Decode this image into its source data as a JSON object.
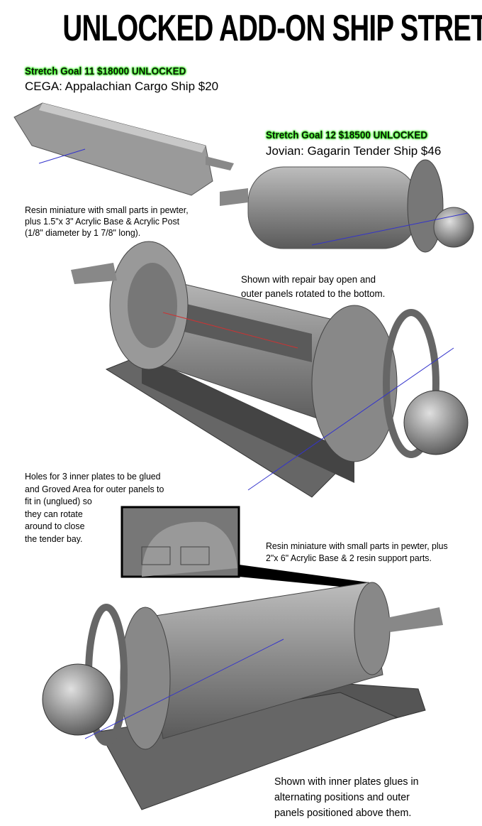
{
  "title": "UNLOCKED ADD-ON SHIP STRETCH GOALS",
  "goals": [
    {
      "label": "Stretch Goal 11 $18000 UNLOCKED",
      "ship": "CEGA: Appalachian Cargo Ship $20",
      "description": [
        "Resin miniature with small parts in pewter,",
        "plus 1.5\"x 3\" Acrylic Base & Acrylic Post",
        "(1/8\" diameter by 1 7/8\" long)."
      ]
    },
    {
      "label": "Stretch Goal 12 $18500 UNLOCKED",
      "ship": "Jovian: Gagarin Tender Ship $46",
      "description": [
        "Resin miniature with small parts in pewter, plus",
        "2\"x 6\" Acrylic Base & 2 resin support parts."
      ]
    }
  ],
  "notes": {
    "repair_bay": [
      "Shown with repair bay open and",
      "outer panels rotated to the bottom."
    ],
    "holes": [
      "Holes for 3 inner plates to be glued",
      "and Groved Area for outer panels to",
      "fit in (unglued) so",
      "they can rotate",
      "around to close",
      "the tender bay."
    ],
    "inner_plates": [
      "Shown with inner plates glues in",
      "alternating positions and outer",
      "panels positioned above them."
    ]
  },
  "colors": {
    "highlight": "#22ff00"
  }
}
